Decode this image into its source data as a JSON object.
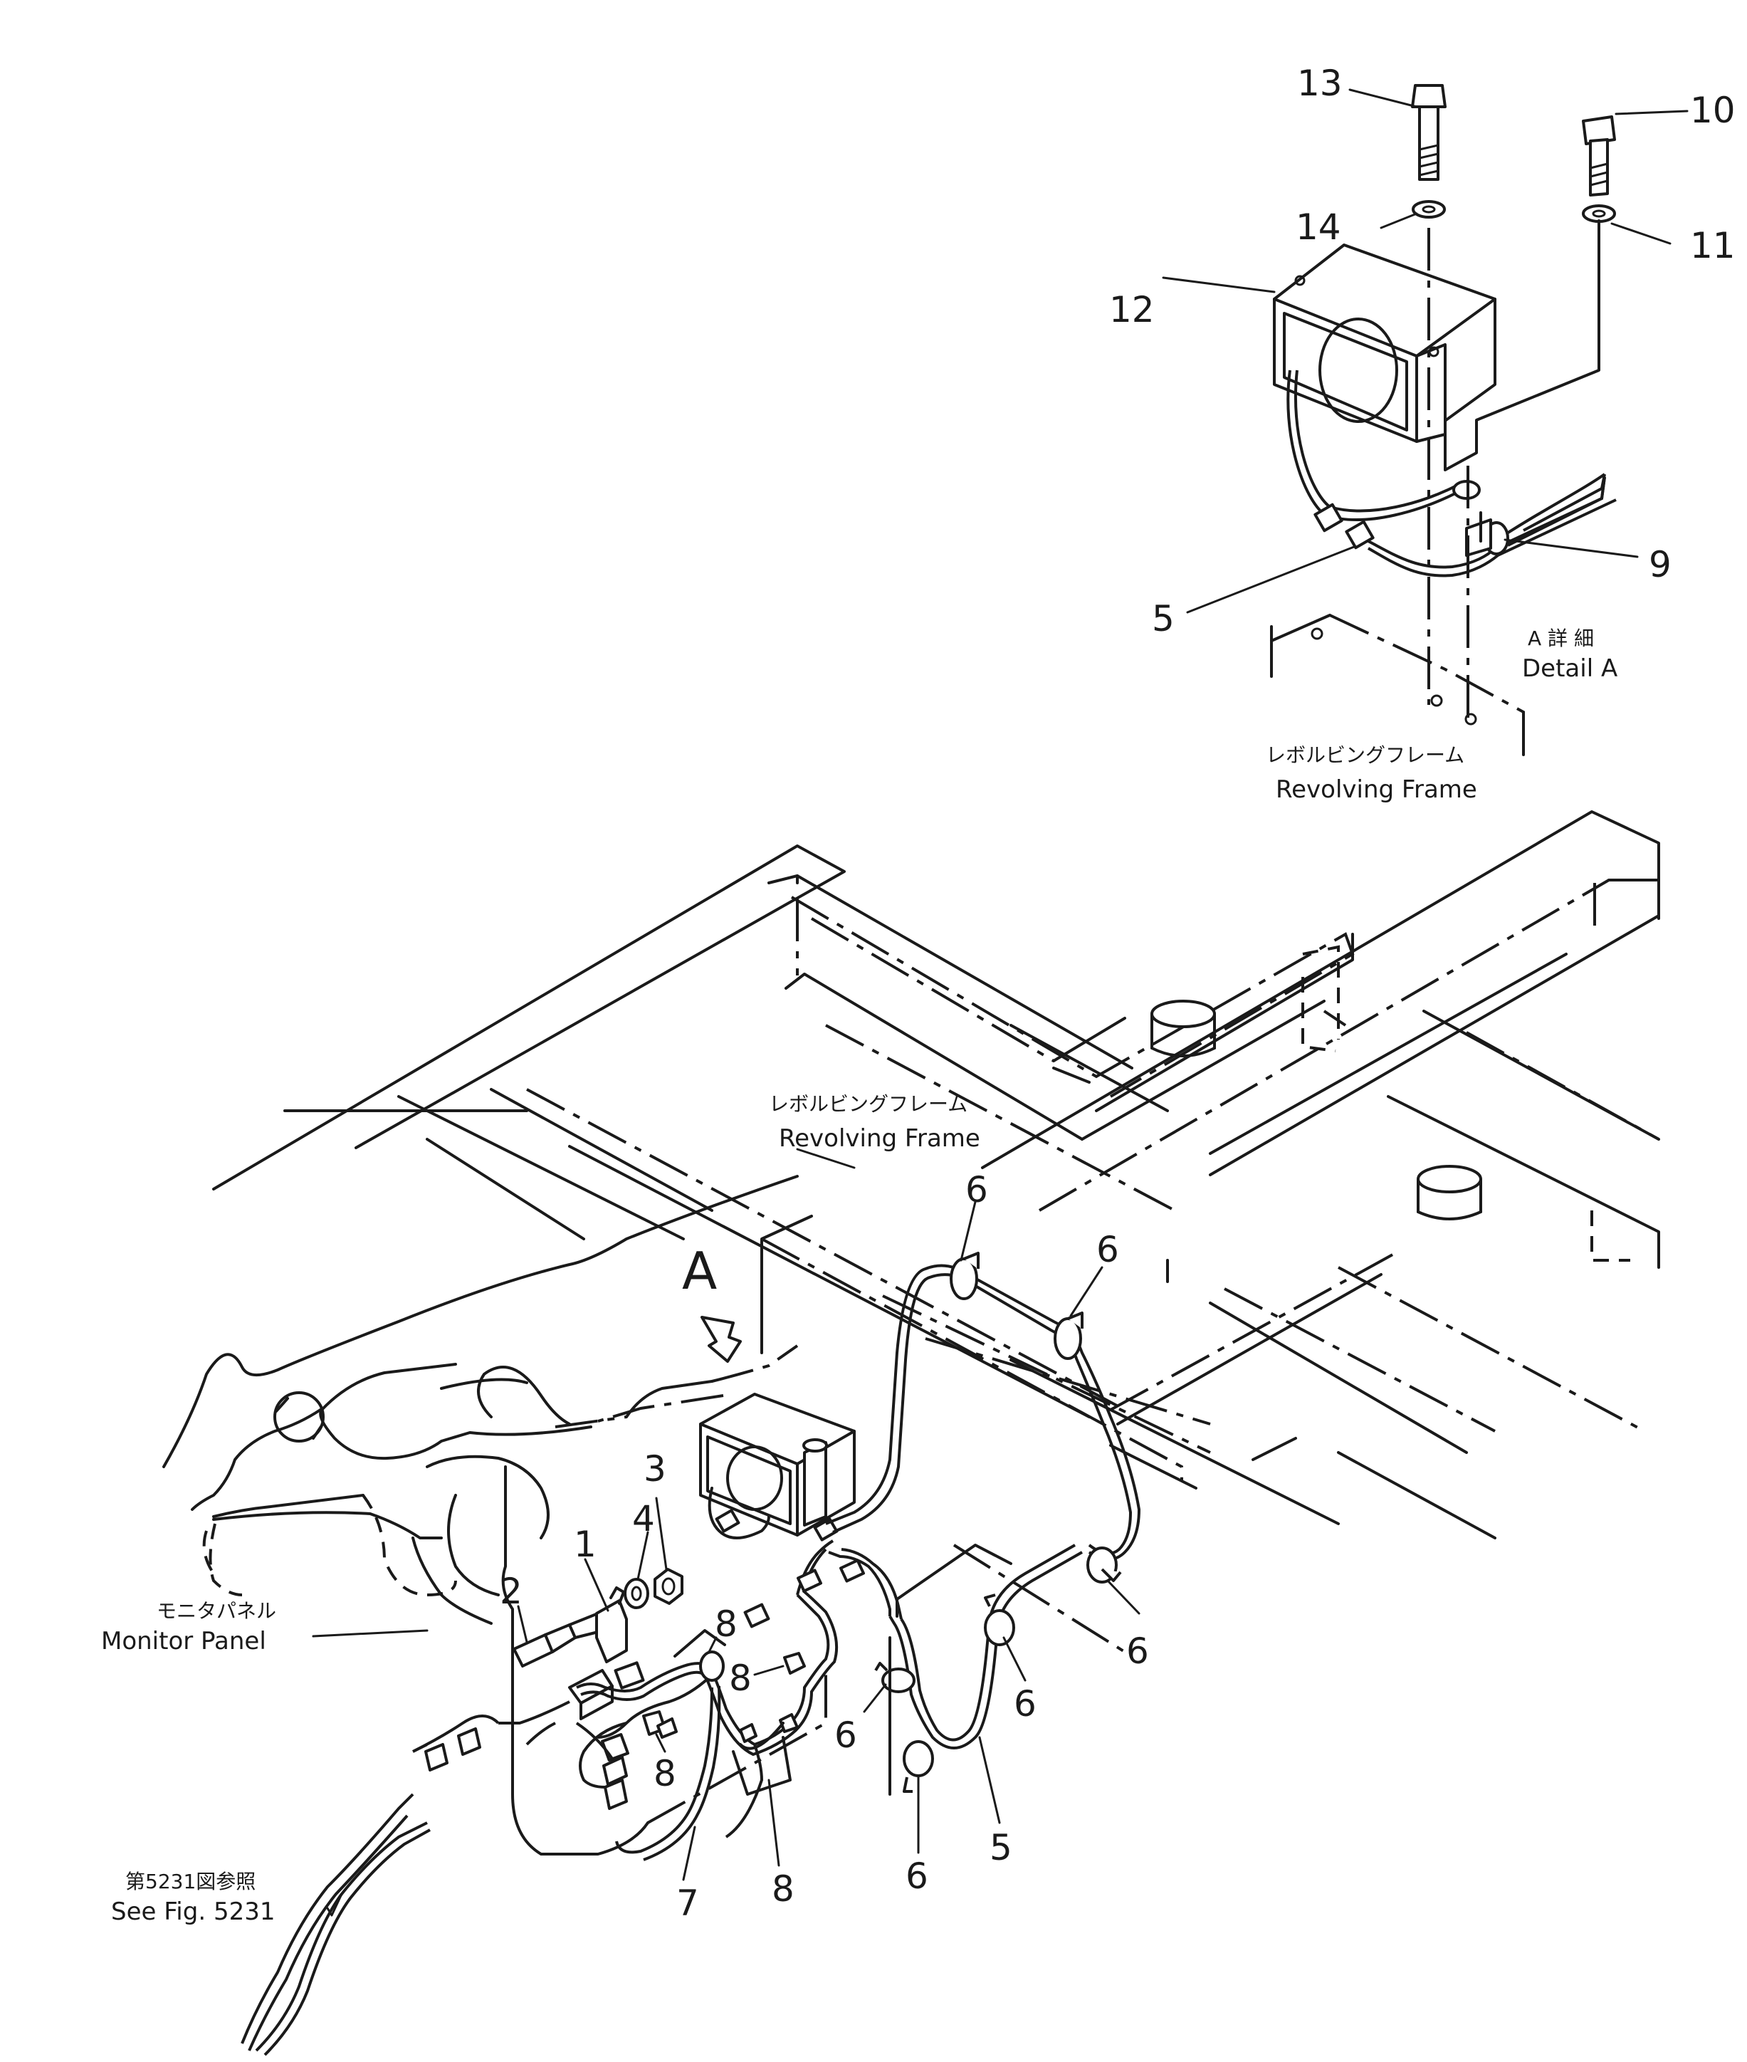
{
  "callouts": {
    "c13": "13",
    "c10": "10",
    "c14": "14",
    "c11": "11",
    "c12": "12",
    "c9": "9",
    "c5_detail": "5",
    "c6a": "6",
    "c6b": "6",
    "c6c": "6",
    "c6d": "6",
    "c6e": "6",
    "c6f": "6",
    "c4": "4",
    "c3": "3",
    "c1": "1",
    "c2": "2",
    "c8a": "8",
    "c8b": "8",
    "c8c": "8",
    "c8d": "8",
    "c7": "7",
    "c5_main": "5"
  },
  "view_marker": "A",
  "detail_label": {
    "jp": "A 詳 細",
    "en": "Detail A"
  },
  "frame_label_detail": {
    "jp": "レボルビングフレーム",
    "en": "Revolving Frame"
  },
  "frame_label_main": {
    "jp": "レボルビングフレーム",
    "en": "Revolving Frame"
  },
  "monitor_label": {
    "jp": "モニタパネル",
    "en": "Monitor Panel"
  },
  "see_fig": {
    "jp": "第5231図参照",
    "en": "See Fig. 5231"
  }
}
